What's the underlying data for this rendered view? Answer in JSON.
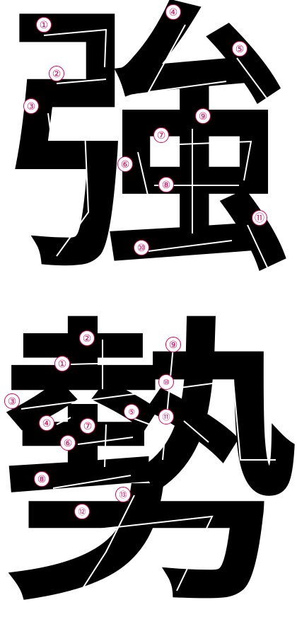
{
  "characters": [
    {
      "glyph": "強",
      "stroke_labels": [
        "①",
        "②",
        "③",
        "④",
        "⑤",
        "⑥",
        "⑦",
        "⑧",
        "⑨",
        "⑩",
        "⑪"
      ]
    },
    {
      "glyph": "勢",
      "stroke_labels": [
        "①",
        "②",
        "③",
        "④",
        "⑤",
        "⑥",
        "⑦",
        "⑧",
        "⑨",
        "⑩",
        "⑪",
        "⑫",
        "⑬"
      ]
    }
  ],
  "colors": {
    "ink": "#000000",
    "arrow": "#ffffff",
    "label": "#e0005a",
    "background": "#ffffff"
  }
}
